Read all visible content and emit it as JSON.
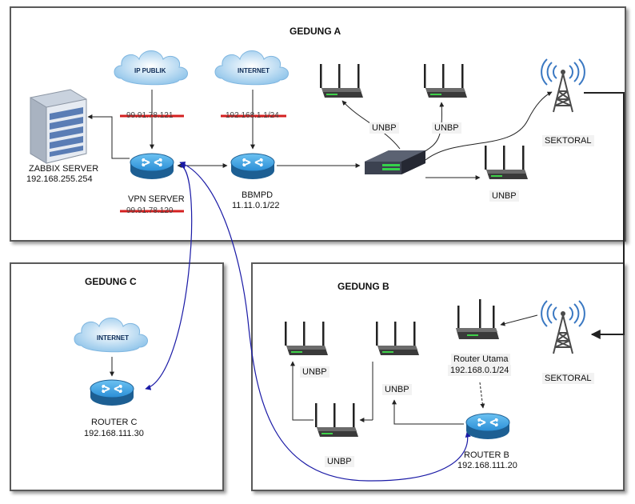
{
  "buildings": {
    "a": {
      "title": "GEDUNG A"
    },
    "b": {
      "title": "GEDUNG B"
    },
    "c": {
      "title": "GEDUNG C"
    }
  },
  "clouds": {
    "ip_publik": "IP PUBLIK",
    "internet_a": "INTERNET",
    "internet_c": "INTERNET"
  },
  "redacted": {
    "ip_publik": "99.91.78.121",
    "internet_a": "192.168.1.1/24",
    "vpn": "99.91.78.120"
  },
  "nodes": {
    "zabbix": {
      "name": "ZABBIX SERVER",
      "ip": "192.168.255.254"
    },
    "vpn": {
      "name": "VPN SERVER"
    },
    "bbmpd": {
      "name": "BBMPD",
      "ip": "11.11.0.1/22"
    },
    "sektoral_a": {
      "name": "SEKTORAL"
    },
    "sektoral_b": {
      "name": "SEKTORAL"
    },
    "router_utama": {
      "name": "Router Utama",
      "ip": "192.168.0.1/24"
    },
    "router_b": {
      "name": "ROUTER B",
      "ip": "192.168.111.20"
    },
    "router_c": {
      "name": "ROUTER C",
      "ip": "192.168.111.30"
    }
  },
  "aps": {
    "a1": "UNBP",
    "a2": "UNBP",
    "a3": "UNBP",
    "b1": "UNBP",
    "b2": "UNBP",
    "b3": "UNBP"
  },
  "colors": {
    "router_fill": "#3aa6e6",
    "vpn_link": "#1a1aa6",
    "redaction": "#d42020"
  },
  "icons": {
    "router": "router-icon",
    "server": "server-rack-icon",
    "switch": "network-switch-icon",
    "ap": "wireless-access-point-icon",
    "tower": "radio-tower-icon",
    "cloud": "cloud-icon"
  }
}
